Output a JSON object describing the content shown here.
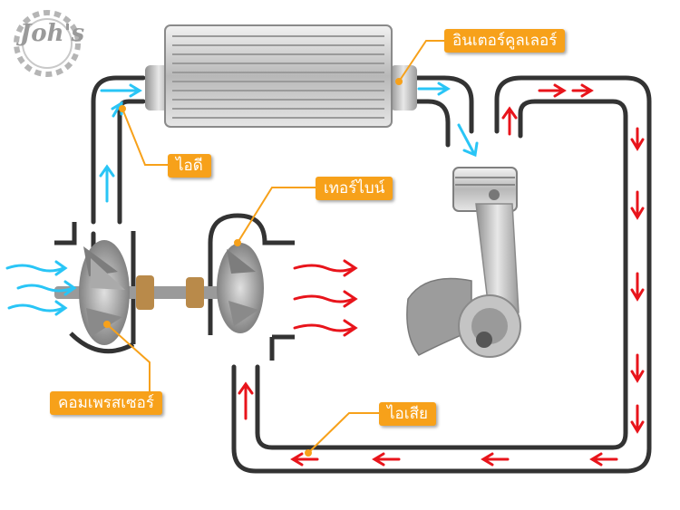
{
  "logo": {
    "text": "Joh's"
  },
  "labels": {
    "intercooler": "อินเตอร์คูลเลอร์",
    "intake": "ไอดี",
    "turbine": "เทอร์ไบน์",
    "compressor": "คอมเพรสเซอร์",
    "exhaust": "ไอเสีย"
  },
  "colors": {
    "label_bg": "#f7a11a",
    "intake_arrow": "#29c5f6",
    "exhaust_arrow": "#e8141b",
    "pipe": "#333333"
  },
  "icons": [
    "gear-logo-icon",
    "intercooler-icon",
    "compressor-wheel-icon",
    "turbine-wheel-icon",
    "piston-crank-icon"
  ]
}
